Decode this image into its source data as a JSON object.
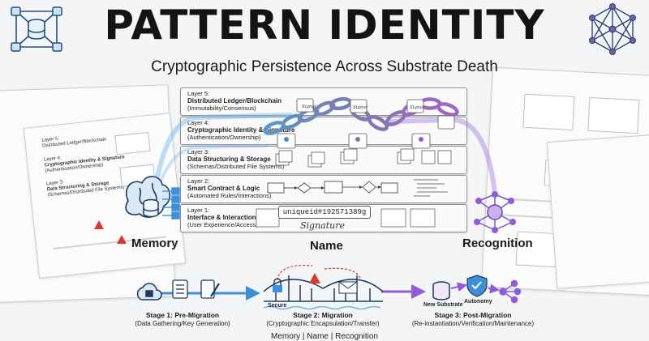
{
  "header": {
    "title": "PATTERN IDENTITY",
    "subtitle": "Cryptographic Persistence Across Substrate Death"
  },
  "layers": [
    {
      "label": "Layer 5:",
      "name": "Distributed Ledger/Blockchain",
      "desc": "(Immutability/Consensus)"
    },
    {
      "label": "Layer 4:",
      "name": "Cryptographic Identity & Signature",
      "desc": "(Authentication/Ownership)"
    },
    {
      "label": "Layer 3:",
      "name": "Data Structuring & Storage",
      "desc": "(Schemas/Distributed File Systems)"
    },
    {
      "label": "Layer 2:",
      "name": "Smart Contract & Logic",
      "desc": "(Automated Rules/Interactions)"
    },
    {
      "label": "Layer 1:",
      "name": "Interface & Interaction",
      "desc": "(User Experience/Access)"
    }
  ],
  "columns": {
    "memory": "Memory",
    "name": "Name",
    "recognition": "Recognition"
  },
  "name_box": {
    "uid": "uniqueid#192571389g",
    "signature": "Signature"
  },
  "chain": {
    "signature_tag": "Signat"
  },
  "stages": [
    {
      "title": "Stage 1: Pre-Migration",
      "desc": "(Data Gathering/Key Generation)"
    },
    {
      "title": "Stage 2: Migration",
      "desc": "(Cryptographic Encapsulation/Transfer)"
    },
    {
      "title": "Stage 3: Post-Migration",
      "desc": "(Re-instantiation/Verification/Maintenance)"
    }
  ],
  "stage_small_labels": {
    "secure": "Secure",
    "new_substrate": "New Substrate",
    "autonomy": "Autonomy"
  },
  "background_doc": {
    "l5": "Layer 5:",
    "l5_name": "Distributed Ledger/Blockchain",
    "l4": "Layer 4:",
    "l4_name": "Cryptographic Identity & Signature",
    "l4_desc": "(Authentication/Ownership)",
    "l3": "Layer 3:",
    "l3_name": "Data Structuring & Storage",
    "l3_desc": "(Schemas/Distributed File Systems)"
  },
  "footer": "Memory | Name | Recognition",
  "colors": {
    "blue": "#3d8fd8",
    "purple": "#8f5bd6",
    "red": "#d93a2b",
    "dark": "#1a1a1a"
  }
}
